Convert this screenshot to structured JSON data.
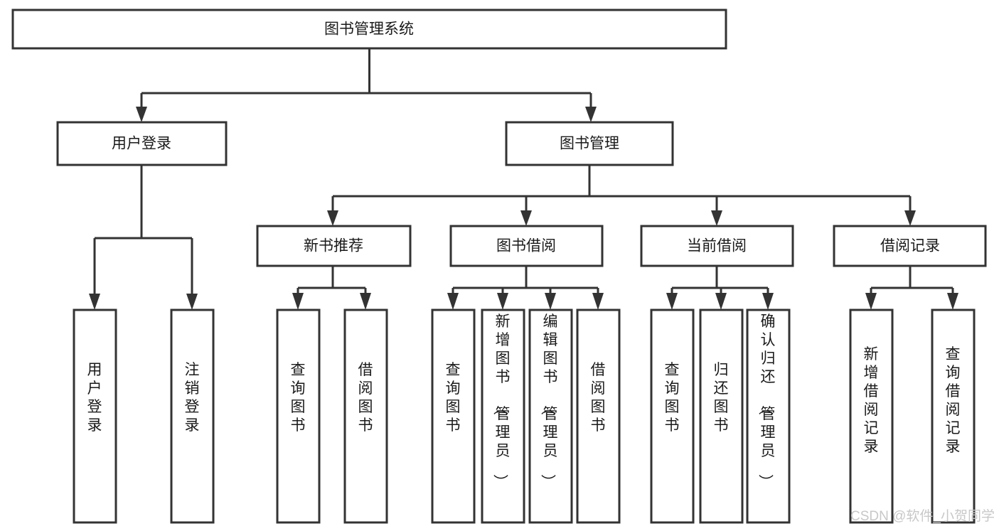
{
  "diagram": {
    "type": "tree-hierarchy-chart",
    "title": "图书管理系统",
    "orientation": "top-down",
    "colors": {
      "box_fill": "#ffffff",
      "box_stroke": "#333333",
      "text": "#1a1a1a",
      "background": "#ffffff",
      "watermark": "#c8c8c8"
    },
    "root": {
      "label": "图书管理系统"
    },
    "level2": [
      {
        "label": "用户登录"
      },
      {
        "label": "图书管理"
      }
    ],
    "level3": [
      {
        "label": "新书推荐"
      },
      {
        "label": "图书借阅"
      },
      {
        "label": "当前借阅"
      },
      {
        "label": "借阅记录"
      }
    ],
    "leaves": {
      "user_login": [
        {
          "label": "用户登录"
        },
        {
          "label": "注销登录"
        }
      ],
      "new_book_recommend": [
        {
          "label": "查询图书"
        },
        {
          "label": "借阅图书"
        }
      ],
      "book_borrow": [
        {
          "label": "查询图书"
        },
        {
          "label": "新增图书（管理员）"
        },
        {
          "label": "编辑图书（管理员）"
        },
        {
          "label": "借阅图书"
        }
      ],
      "current_borrow": [
        {
          "label": "查询图书"
        },
        {
          "label": "归还图书"
        },
        {
          "label": "确认归还（管理员）"
        }
      ],
      "borrow_record": [
        {
          "label": "新增借阅记录"
        },
        {
          "label": "查询借阅记录"
        }
      ]
    }
  },
  "watermark": {
    "text": "CSDN @软件_小贺同学"
  }
}
